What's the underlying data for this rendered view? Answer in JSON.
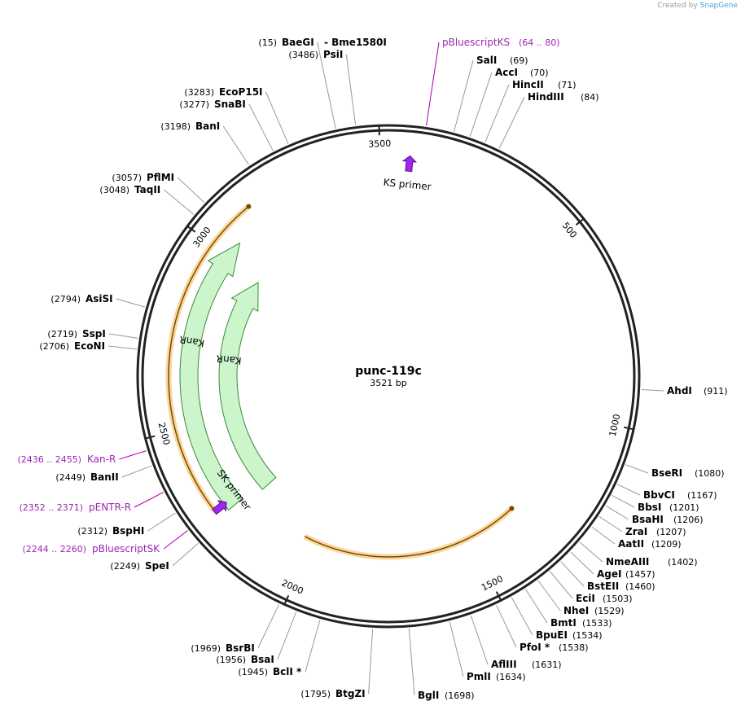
{
  "credit": {
    "prefix": "Created by",
    "brand": "SnapGene"
  },
  "plasmid": {
    "name": "punc-119c",
    "length_label": "3521 bp",
    "length": 3521
  },
  "ticks": [
    {
      "pos": 500,
      "label": "500"
    },
    {
      "pos": 1000,
      "label": "1000"
    },
    {
      "pos": 1500,
      "label": "1500"
    },
    {
      "pos": 2000,
      "label": "2000"
    },
    {
      "pos": 2500,
      "label": "2500"
    },
    {
      "pos": 3000,
      "label": "3000"
    },
    {
      "pos": 3500,
      "label": "3500"
    }
  ],
  "features": [
    {
      "name": "KanR",
      "start": 2250,
      "end": 3050,
      "color": "#ccf5cc"
    },
    {
      "name": "KanR",
      "start": 2230,
      "end": 2990,
      "color": "#ccf5cc"
    }
  ],
  "orfs": [
    {
      "start": 2270,
      "end": 3135,
      "color": "#f5a623"
    },
    {
      "start": 1340,
      "end": 2030,
      "color": "#f5a623"
    }
  ],
  "primers": [
    {
      "name": "KS primer",
      "pos": 55,
      "dir": "cw"
    },
    {
      "name": "SK primer",
      "pos": 2270,
      "dir": "ccw"
    }
  ],
  "sites": [
    {
      "name": "BaeGI",
      "pos_label": "(15)",
      "extra": "- Bme1580I"
    },
    {
      "name": "PsiI",
      "pos_label": "(3486)"
    },
    {
      "name": "EcoP15I",
      "pos_label": "(3283)"
    },
    {
      "name": "SnaBI",
      "pos_label": "(3277)"
    },
    {
      "name": "BanI",
      "pos_label": "(3198)"
    },
    {
      "name": "PflMI",
      "pos_label": "(3057)"
    },
    {
      "name": "TaqII",
      "pos_label": "(3048)"
    },
    {
      "name": "AsiSI",
      "pos_label": "(2794)"
    },
    {
      "name": "SspI",
      "pos_label": "(2719)"
    },
    {
      "name": "EcoNI",
      "pos_label": "(2706)"
    },
    {
      "name": "BanII",
      "pos_label": "(2449)"
    },
    {
      "name": "BspHI",
      "pos_label": "(2312)"
    },
    {
      "name": "SpeI",
      "pos_label": "(2249)"
    },
    {
      "name": "BsrBI",
      "pos_label": "(1969)"
    },
    {
      "name": "BsaI",
      "pos_label": "(1956)"
    },
    {
      "name": "BclI *",
      "pos_label": "(1945)"
    },
    {
      "name": "BtgZI",
      "pos_label": "(1795)"
    },
    {
      "name": "BglI",
      "pos_label": "(1698)"
    },
    {
      "name": "PmlI",
      "pos_label": "(1634)"
    },
    {
      "name": "AflIII",
      "pos_label": "(1631)"
    },
    {
      "name": "PfoI *",
      "pos_label": "(1538)"
    },
    {
      "name": "BpuEI",
      "pos_label": "(1534)"
    },
    {
      "name": "BmtI",
      "pos_label": "(1533)"
    },
    {
      "name": "NheI",
      "pos_label": "(1529)"
    },
    {
      "name": "EciI",
      "pos_label": "(1503)"
    },
    {
      "name": "BstEII",
      "pos_label": "(1460)"
    },
    {
      "name": "AgeI",
      "pos_label": "(1457)"
    },
    {
      "name": "NmeAIII",
      "pos_label": "(1402)"
    },
    {
      "name": "AatII",
      "pos_label": "(1209)"
    },
    {
      "name": "ZraI",
      "pos_label": "(1207)"
    },
    {
      "name": "BsaHI",
      "pos_label": "(1206)"
    },
    {
      "name": "BbsI",
      "pos_label": "(1201)"
    },
    {
      "name": "BbvCI",
      "pos_label": "(1167)"
    },
    {
      "name": "BseRI",
      "pos_label": "(1080)"
    },
    {
      "name": "AhdI",
      "pos_label": "(911)"
    },
    {
      "name": "SalI",
      "pos_label": "(69)"
    },
    {
      "name": "AccI",
      "pos_label": "(70)"
    },
    {
      "name": "HincII",
      "pos_label": "(71)"
    },
    {
      "name": "HindIII",
      "pos_label": "(84)"
    }
  ],
  "primer_sites": [
    {
      "name": "pBluescriptKS",
      "range": "(64 .. 80)"
    },
    {
      "name": "Kan-R",
      "range": "(2436 .. 2455)"
    },
    {
      "name": "pENTR-R",
      "range": "(2352 .. 2371)"
    },
    {
      "name": "pBluescriptSK",
      "range": "(2244 .. 2260)"
    }
  ]
}
